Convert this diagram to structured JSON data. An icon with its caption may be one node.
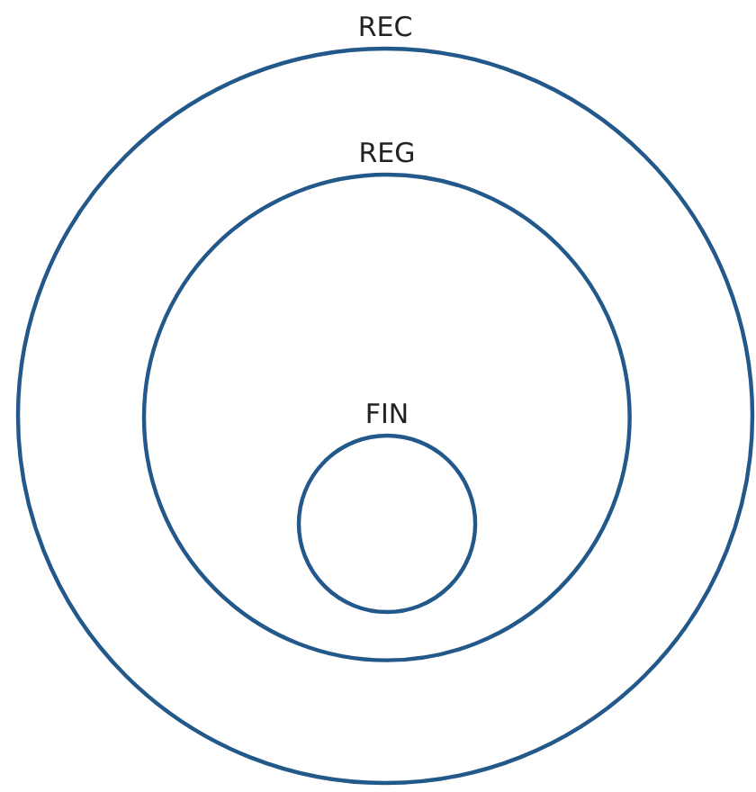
{
  "diagram": {
    "nodes": [
      {
        "text": [
          "REC"
        ]
      },
      {
        "text": [
          "REG"
        ],
        "in": 0
      },
      {
        "text": [
          "FIN"
        ],
        "in": 1
      }
    ]
  }
}
